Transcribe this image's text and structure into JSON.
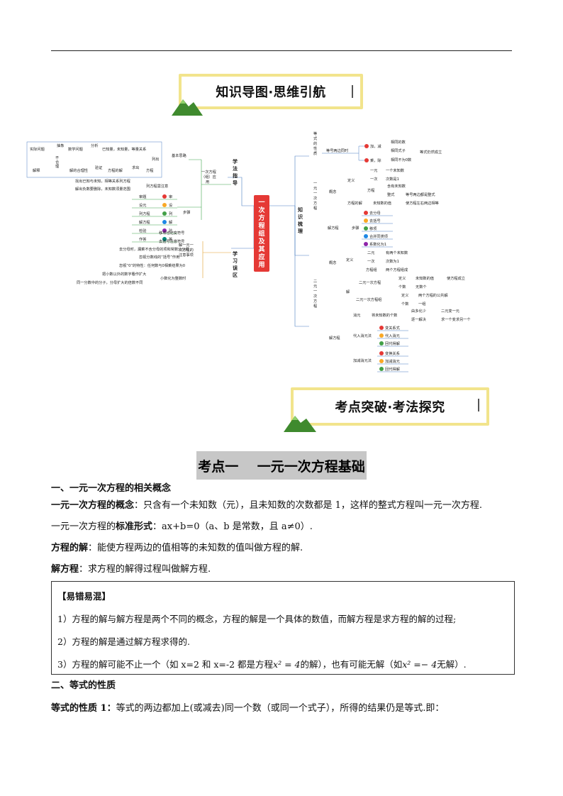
{
  "banner1": "知识导图·思维引航",
  "banner2": "考点突破·考法探究",
  "mindmap": {
    "center": [
      "一",
      "次",
      "方",
      "程",
      "组",
      "及",
      "其",
      "应",
      "用"
    ],
    "left_branch1": [
      "学",
      "法",
      "指",
      "导"
    ],
    "left_branch2": [
      "学",
      "习",
      "误",
      "区"
    ],
    "right_branch": [
      "知",
      "识",
      "梳",
      "理"
    ],
    "loop": {
      "real": "实际问题",
      "abstract": "抽象",
      "math": "数学问题",
      "analyze": "分析",
      "known": "已知量，未知量，等量关系",
      "list": "列出",
      "explain": "解释",
      "unreasonable": [
        "不",
        "合",
        "理"
      ],
      "reason": "解的合理性",
      "verify": "验证",
      "solution": "方程的解",
      "solve": "求出",
      "equation": "方程"
    },
    "basic_thinking": "基本思路",
    "app": [
      "一次方程",
      "（组）应",
      "用"
    ],
    "attention": "列方程需注意",
    "att1": "找出已知与未知，相等关系列方程",
    "att2": "解出负数要删除，未知数须量范围",
    "steps_label": "步骤",
    "steps": [
      "审题",
      "设元",
      "列方程",
      "解方程",
      "检验",
      "作答"
    ],
    "steps_r": [
      "审",
      "设",
      "列",
      "解",
      "验",
      "答"
    ],
    "mistake_label": [
      "解一元一",
      "次方程的",
      "注意事项"
    ],
    "mistakes": [
      "移项也记变符号",
      "去括号注意符号",
      "去分母时，漏乘不含分母的项和常数公分母",
      "忽视分数线的“括号”作用",
      "忽视“0”的特性：任何数与0相乘结果为0",
      "把小数以外的数字看作扩大",
      "同一分数中的分子，分母扩大的倍数不同",
      "小数化为整数时"
    ],
    "eq_props": [
      "等",
      "式",
      "的",
      "性",
      "质"
    ],
    "both_sides": "等号两边同时",
    "add_sub": "加，减",
    "mul_div": "乘，除",
    "same_num": "相同的数",
    "same_expr": "相同式子",
    "nonzero": "相同不为0数",
    "holds": "等式仍然成立",
    "one_var": [
      "一",
      "元",
      "一",
      "次",
      "方",
      "程"
    ],
    "concept": "概念",
    "definition": "定义",
    "one_unknown": "一元",
    "one_unknown_d": "一个未知数",
    "degree1": "一次",
    "degree1_d": "次数是1",
    "equation_w": "方程",
    "has_unknown": "含有未知数",
    "integral": "整式",
    "eq_sides": "等号两边都是整式",
    "sol": "方程的解",
    "sol_d1": "未知数的值",
    "sol_d2": "使方程左右两边相等",
    "solving": "解方程",
    "steps2": "步骤",
    "steps2_items": [
      "去分母",
      "去括号",
      "移项",
      "合并同类项",
      "系数化为1"
    ],
    "two_var": [
      "二",
      "元",
      "一",
      "次",
      "方",
      "程"
    ],
    "concept2": "概念",
    "def2": "定义",
    "two_unknown": "二元",
    "two_unknown_d": "有两个未知数",
    "deg1b": "一次",
    "deg1b_d": "次数为1",
    "system": "方程组",
    "system_d": "两个方程组成",
    "solution2": "解",
    "lin2": "二元一次方程",
    "def2b": "定义",
    "unk_val": "未知数的值",
    "make_eq": "使方程成立",
    "count": "个数",
    "infinite": "无数个",
    "lin2sys": "二元一次方程组",
    "def2c": "定义",
    "common_sol": "两个方程的公共解",
    "count2": "个数",
    "one_pair": "一组",
    "solve2": "解方程",
    "elim": "消元",
    "reduce_vars": "将未知数的个数",
    "many_to_few": "由多化少",
    "two_to_one": "二元变一元",
    "one_by_one": "逐一解决",
    "one_then_other": "求一个变求另一个",
    "subst": "代入消元法",
    "subst_steps": [
      "变关系式",
      "代入消元",
      "回代得解"
    ],
    "addsub": "加减消元法",
    "addsub_steps": [
      "变换关系",
      "加减消元",
      "回代得解"
    ]
  },
  "section_title": "考点一    一元一次方程基础",
  "h1": "一、一元一次方程的相关概念",
  "concept_label": "一元一次方程的概念",
  "concept_text": "：只含有一个未知数（元），且未知数的次数都是 1，这样的整式方程叫一元一次方程.",
  "std_prefix": "一元一次方程的",
  "std_label": "标准形式",
  "std_text": "：ax+b=0（a、b 是常数，且 a≠0）.",
  "sol_label": "方程的解",
  "sol_text": "：能使方程两边的值相等的未知数的值叫做方程的解.",
  "solve_label": "解方程",
  "solve_text": "：求方程的解得过程叫做解方程.",
  "mix_title": "【易错易混】",
  "mix1": "1）方程的解与解方程是两个不同的概念，方程的解是一个具体的数值，而解方程是求方程的解的过程;",
  "mix2": "2）方程的解是通过解方程求得的.",
  "mix3a": "3）方程的解可能不止一个（如 x=2 和 x=-2 都是方程",
  "mix3b": "𝑥² = 4",
  "mix3c": "的解），也有可能无解（如",
  "mix3d": "𝑥² =− 4",
  "mix3e": "无解）.",
  "h2": "二、等式的性质",
  "prop1_label": "等式的性质 1：",
  "prop1_text": "等式的两边都加上(或减去)同一个数（或同一个式子），所得的结果仍是等式.即："
}
